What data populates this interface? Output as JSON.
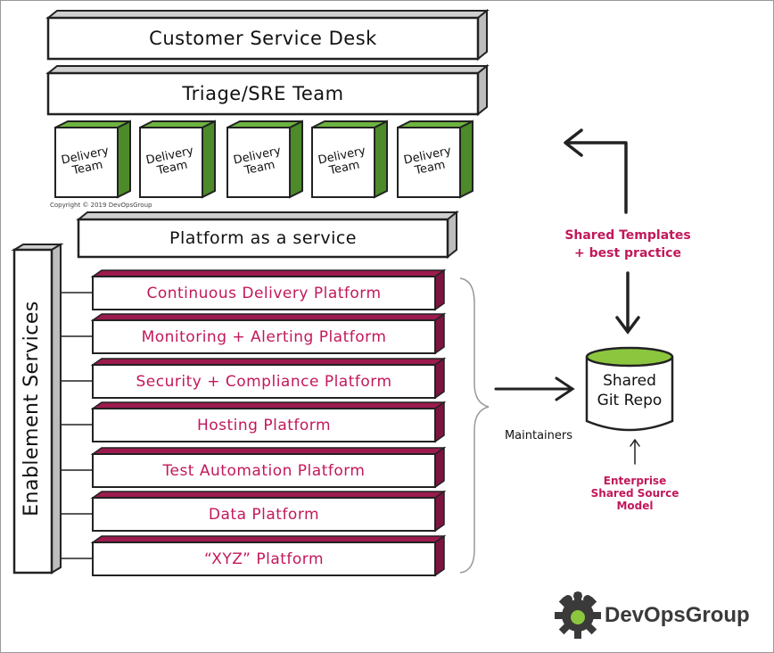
{
  "layers": {
    "top": "Customer Service Desk",
    "second": "Triage/SRE Team",
    "paas": "Platform as a service"
  },
  "teams": [
    "Delivery Team",
    "Delivery Team",
    "Delivery Team",
    "Delivery Team",
    "Delivery Team"
  ],
  "copyright": "Copyright © 2019 DevOpsGroup",
  "enablement_label": "Enablement Services",
  "platforms": [
    "Continuous Delivery Platform",
    "Monitoring + Alerting Platform",
    "Security + Compliance Platform",
    "Hosting Platform",
    "Test Automation Platform",
    "Data Platform",
    "“XYZ” Platform"
  ],
  "maintainers": "Maintainers",
  "templates": {
    "line1": "Shared Templates",
    "line2": "+ best practice"
  },
  "repo": {
    "line1": "Shared",
    "line2": "Git Repo"
  },
  "enterprise": {
    "line1": "Enterprise",
    "line2": "Shared Source",
    "line3": "Model"
  },
  "logo": {
    "text": "DevOpsGroup"
  },
  "colors": {
    "accent": "#c2185b",
    "green": "#6db33f",
    "dark_green": "#4c8a2a",
    "gray": "#cfcfcf"
  },
  "icons": [
    "gear-logo-icon"
  ]
}
